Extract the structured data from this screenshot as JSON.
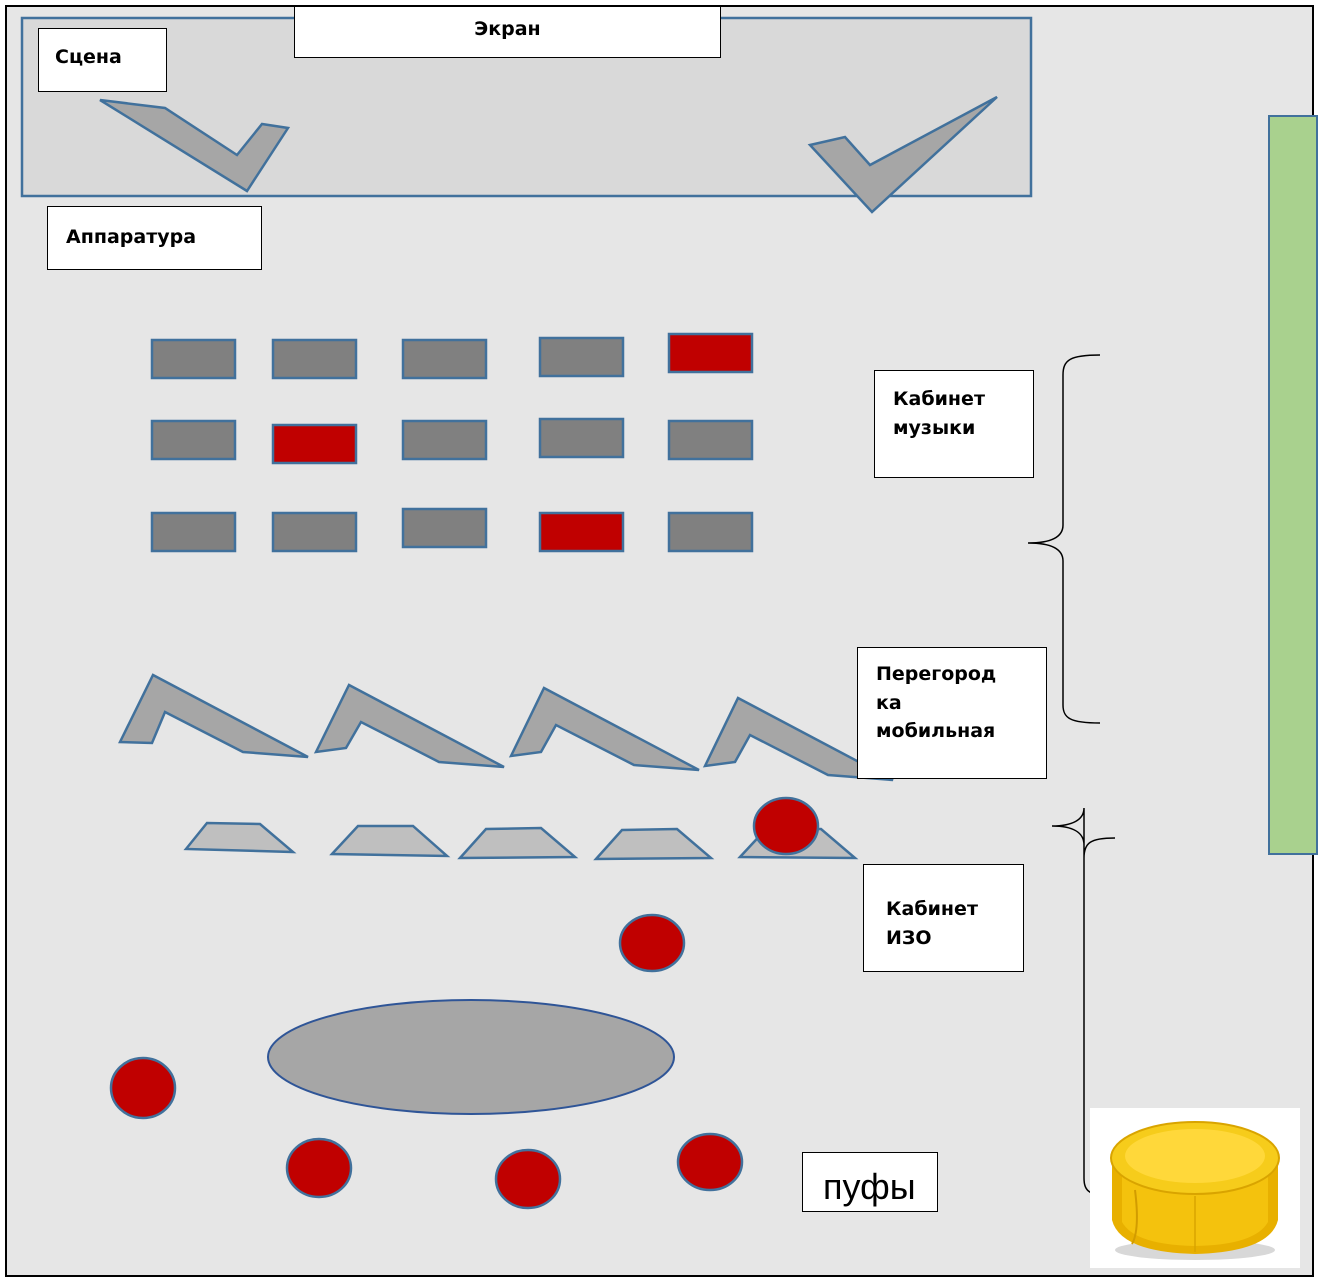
{
  "labels": {
    "screen": "Экран",
    "stage": "Сцена",
    "equipment": "Аппаратура",
    "music_room": "Кабинет\nмузыки",
    "partition": "Перегород\nка\nмобильная",
    "art_room": "Кабинет\nИЗО",
    "poufs": "пуфы"
  },
  "colors": {
    "background": "#e6e6e6",
    "stage_fill": "#d9d9d9",
    "outline_blue": "#41719c",
    "desk_gray": "#808080",
    "desk_red": "#c00000",
    "pouf_red": "#c00000",
    "table_gray": "#a6a6a6",
    "wall_green": "#a9d18e",
    "shape_gray": "#a6a6a6",
    "small_table": "#bfbfbf",
    "pouf_yellow": "#f2c00f"
  },
  "desk_rows": [
    [
      "gray",
      "gray",
      "gray",
      "gray",
      "red"
    ],
    [
      "gray",
      "red",
      "gray",
      "gray",
      "gray"
    ],
    [
      "gray",
      "gray",
      "gray",
      "red",
      "gray"
    ]
  ],
  "icons": {
    "pouf_photo": "yellow-pouf-icon"
  }
}
